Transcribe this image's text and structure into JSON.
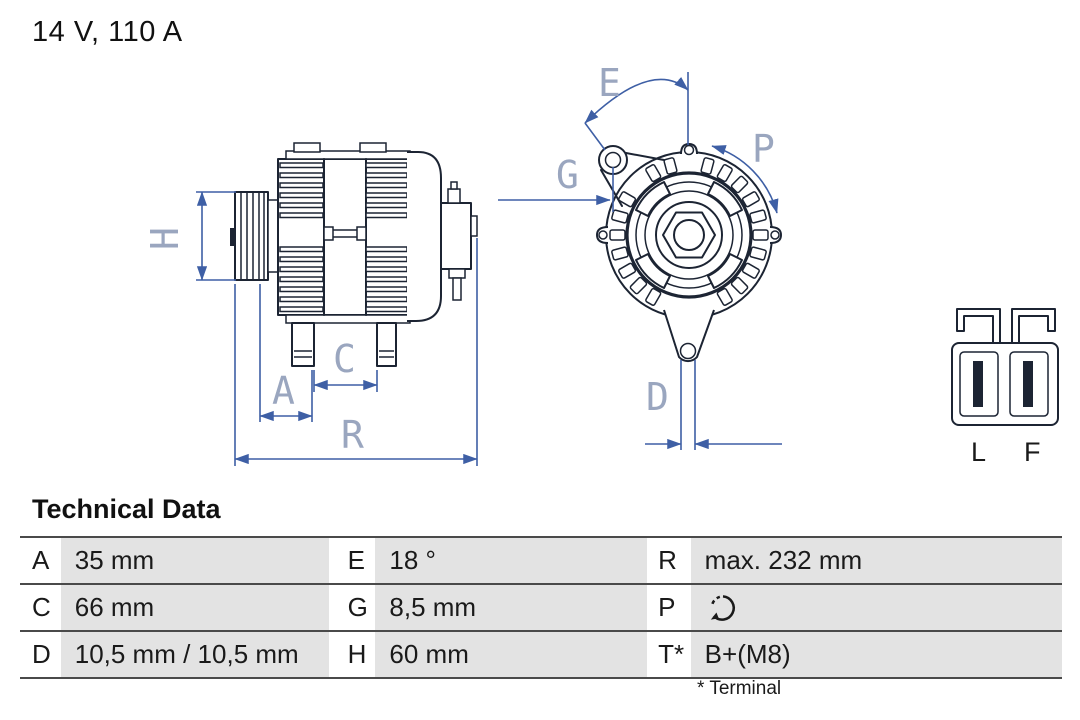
{
  "header": {
    "title": "14 V, 110 A"
  },
  "drawing": {
    "colors": {
      "line": "#1c2433",
      "dimension": "#3e5fa5",
      "dimension_label": "#9aa6bf"
    },
    "side_view": {
      "labels": {
        "h": "H",
        "a": "A",
        "c": "C",
        "r": "R"
      }
    },
    "front_view": {
      "labels": {
        "e": "E",
        "g": "G",
        "p": "P",
        "d": "D"
      }
    },
    "connector": {
      "pins": [
        "L",
        "F"
      ]
    }
  },
  "table": {
    "heading": "Technical Data",
    "rows": [
      {
        "cells": [
          {
            "label": "A",
            "value": "35 mm"
          },
          {
            "label": "E",
            "value": "18 °"
          },
          {
            "label": "R",
            "value": "max. 232 mm"
          }
        ]
      },
      {
        "cells": [
          {
            "label": "C",
            "value": "66 mm"
          },
          {
            "label": "G",
            "value": "8,5 mm"
          },
          {
            "label": "P",
            "value": "",
            "icon": "rotation-direction"
          }
        ]
      },
      {
        "cells": [
          {
            "label": "D",
            "value": "10,5 mm / 10,5 mm"
          },
          {
            "label": "H",
            "value": "60 mm"
          },
          {
            "label": "T*",
            "value": "B+(M8)"
          }
        ]
      }
    ],
    "footnote": "* Terminal"
  }
}
